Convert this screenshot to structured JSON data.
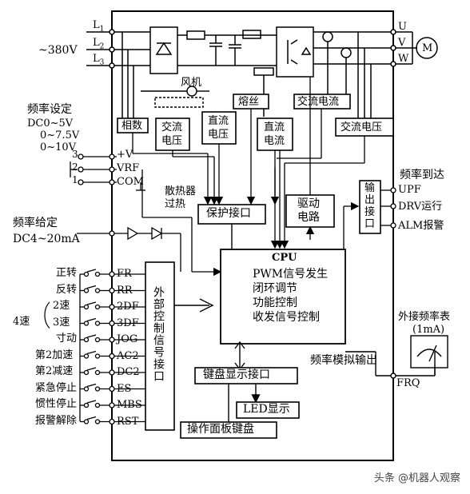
{
  "diagram": {
    "inputs_power": {
      "supply": "~380V",
      "l1": "L",
      "l1_sub": "1",
      "l2": "L",
      "l2_sub": "2",
      "l3": "L",
      "l3_sub": "3"
    },
    "outputs_power": {
      "u": "U",
      "v": "V",
      "w": "W",
      "motor": "M"
    },
    "fan_label": "风机",
    "fuse_label": "熔丝",
    "ac_current_label": "交流电流",
    "detection_blocks": {
      "phase_count": "相数",
      "ac_voltage": "交流\n电压",
      "dc_voltage": "直流\n电压",
      "dc_current": "直流\n电流",
      "ac_voltage_out": "交流电压"
    },
    "freq_setting": {
      "title": "频率设定",
      "ranges": [
        "DC0~5V",
        "0~7.5V",
        "0~10V"
      ],
      "pins": [
        "3",
        "2",
        "1"
      ],
      "terminals": [
        "+V",
        "VRF",
        "COM"
      ]
    },
    "heatsink_label": "散热器\n过热",
    "protection_interface": "保护接口",
    "drive_circuit": "驱动\n电路",
    "output_interface": "输\n出\n接\n口",
    "output_signals": {
      "title": "频率到达",
      "items": [
        "UPF",
        "DRV运行",
        "ALM报警"
      ]
    },
    "freq_given": {
      "title": "频率给定",
      "range": "DC4~20mA"
    },
    "cpu": {
      "title": "CPU",
      "functions": [
        "PWM信号发生",
        "闭环调节",
        "功能控制",
        "收发信号控制"
      ]
    },
    "external_interface": "外部控制信号接口",
    "control_inputs": [
      {
        "label": "正转",
        "terminal": "FR"
      },
      {
        "label": "反转",
        "terminal": "RR"
      },
      {
        "label": "2速",
        "terminal": "2DF"
      },
      {
        "label": "3速",
        "terminal": "3DF"
      },
      {
        "label": "寸动",
        "terminal": "JOG"
      },
      {
        "label": "第2加速",
        "terminal": "AC2"
      },
      {
        "label": "第2减速",
        "terminal": "DC2"
      },
      {
        "label": "紧急停止",
        "terminal": "ES"
      },
      {
        "label": "惯性停止",
        "terminal": "MBS"
      },
      {
        "label": "报警解除",
        "terminal": "RST"
      }
    ],
    "speed4_label": "4速",
    "meter": {
      "title": "外接频率表",
      "unit": "(1mA)"
    },
    "analog_output": "频率模拟输出",
    "frq_terminal": "FRQ",
    "keypad_interface": "键盘显示接口",
    "led_display": "LED显示",
    "panel_keyboard": "操作面板键盘",
    "watermark": "头条 @机器人观察"
  }
}
